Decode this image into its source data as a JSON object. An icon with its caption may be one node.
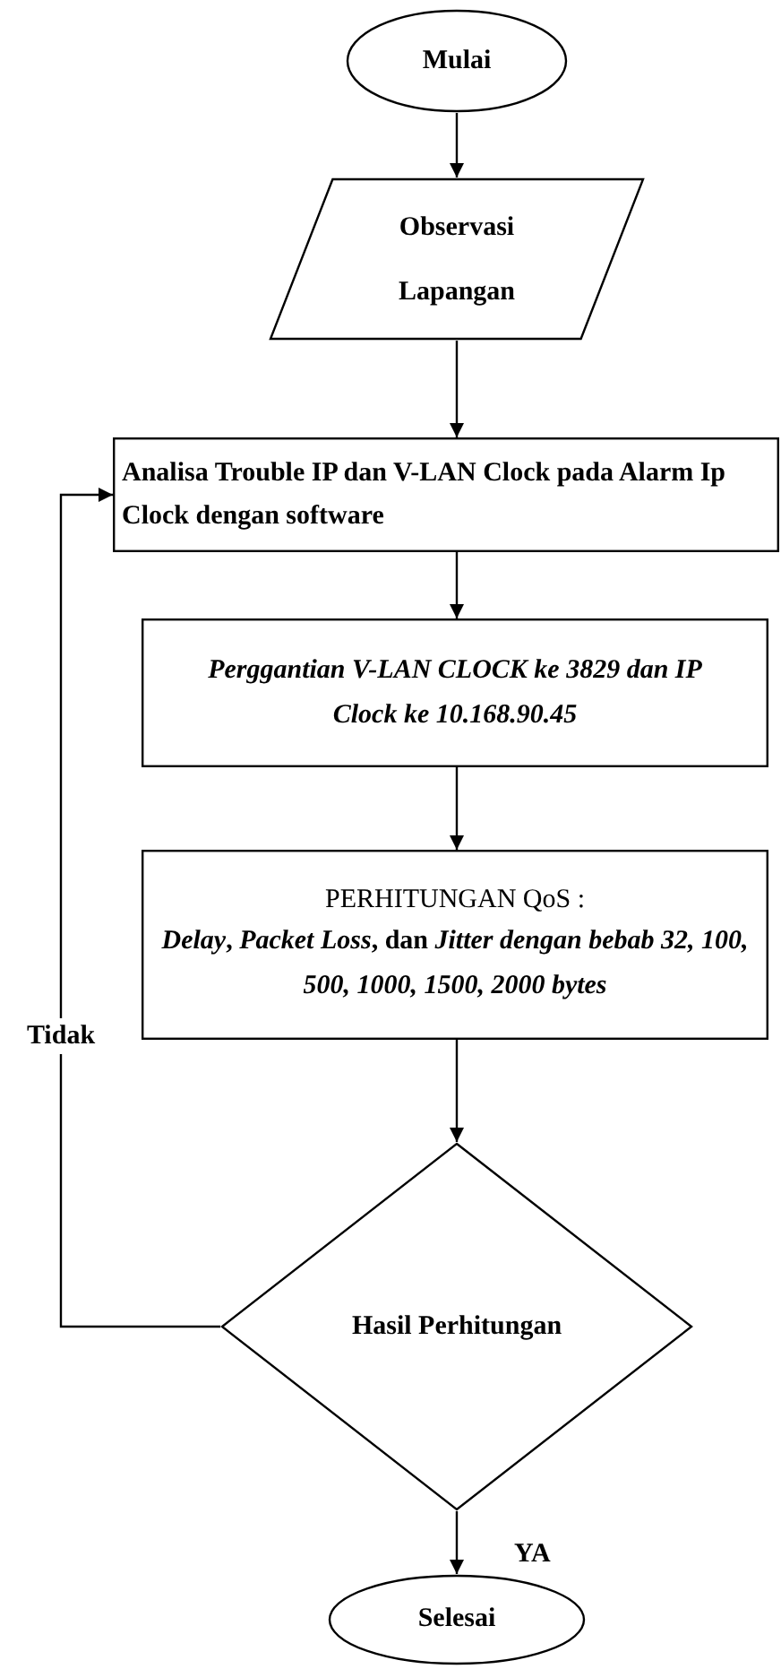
{
  "diagram": {
    "nodes": [
      {
        "text": [
          "Mulai"
        ]
      },
      {
        "text": [
          "Observasi Lapangan"
        ]
      },
      {
        "text": [
          "Analisa Trouble IP dan V-LAN Clock pada Alarm Ip Clock dengan software"
        ]
      },
      {
        "text": [
          "Perggantian V-LAN CLOCK ke 3829 dan IP Clock ke 10.168.90.45"
        ]
      },
      {
        "text": [
          "PERHITUNGAN QoS :",
          "*Delay*, *Packet Loss*, dan *Jitter dengan bebab 32, 100, 500, 1000, 1500, 2000 bytes*"
        ]
      },
      {
        "text": [
          "Hasil Perhitungan"
        ]
      },
      {
        "text": [
          "Selesai"
        ]
      }
    ],
    "edges": [
      {
        "from": 0,
        "to": 1,
        "arrow": "to"
      },
      {
        "from": 1,
        "to": 2,
        "arrow": "to"
      },
      {
        "from": 2,
        "to": 3,
        "arrow": "to"
      },
      {
        "from": 3,
        "to": 4,
        "arrow": "to"
      },
      {
        "from": 4,
        "to": 5,
        "arrow": "to"
      },
      {
        "from": 5,
        "to": 2,
        "arrow": "to",
        "label": "Tidak"
      },
      {
        "from": 5,
        "to": 6,
        "arrow": "to",
        "label": "YA"
      }
    ]
  }
}
